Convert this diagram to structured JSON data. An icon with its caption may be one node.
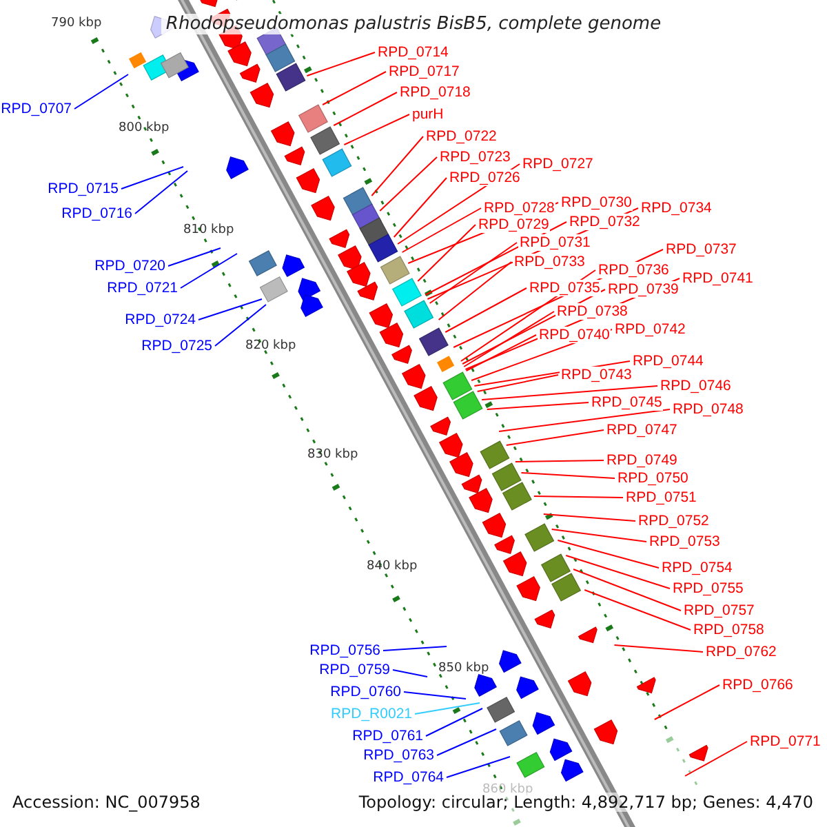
{
  "diagram": {
    "title": "Rhodopseudomonas palustris BisB5, complete genome",
    "nodes": [
      {
        "text": [
          "RPD_0714"
        ]
      },
      {
        "text": [
          "RPD_0717"
        ]
      },
      {
        "text": [
          "RPD_0718"
        ]
      },
      {
        "text": [
          "RPD_0707"
        ]
      },
      {
        "text": [
          "purH"
        ]
      },
      {
        "text": [
          "RPD_0722"
        ]
      },
      {
        "text": [
          "RPD_0723"
        ]
      },
      {
        "text": [
          "RPD_0727"
        ]
      },
      {
        "text": [
          "RPD_0726"
        ]
      },
      {
        "text": [
          "RPD_0715"
        ]
      },
      {
        "text": [
          "RPD_0730"
        ]
      },
      {
        "text": [
          "RPD_0728"
        ]
      },
      {
        "text": [
          "RPD_0734"
        ]
      },
      {
        "text": [
          "RPD_0716"
        ]
      },
      {
        "text": [
          "RPD_0732"
        ]
      },
      {
        "text": [
          "RPD_0729"
        ]
      },
      {
        "text": [
          "RPD_0731"
        ]
      },
      {
        "text": [
          "RPD_0737"
        ]
      },
      {
        "text": [
          "RPD_0733"
        ]
      },
      {
        "text": [
          "RPD_0720"
        ]
      },
      {
        "text": [
          "RPD_0736"
        ]
      },
      {
        "text": [
          "RPD_0741"
        ]
      },
      {
        "text": [
          "RPD_0735"
        ]
      },
      {
        "text": [
          "RPD_0721"
        ]
      },
      {
        "text": [
          "RPD_0739"
        ]
      },
      {
        "text": [
          "RPD_0738"
        ]
      },
      {
        "text": [
          "RPD_0724"
        ]
      },
      {
        "text": [
          "RPD_0742"
        ]
      },
      {
        "text": [
          "RPD_0740"
        ]
      },
      {
        "text": [
          "RPD_0725"
        ]
      },
      {
        "text": [
          "RPD_0744"
        ]
      },
      {
        "text": [
          "RPD_0743"
        ]
      },
      {
        "text": [
          "RPD_0746"
        ]
      },
      {
        "text": [
          "RPD_0745"
        ]
      },
      {
        "text": [
          "RPD_0748"
        ]
      },
      {
        "text": [
          "RPD_0747"
        ]
      },
      {
        "text": [
          "RPD_0749"
        ]
      },
      {
        "text": [
          "RPD_0750"
        ]
      },
      {
        "text": [
          "RPD_0751"
        ]
      },
      {
        "text": [
          "RPD_0752"
        ]
      },
      {
        "text": [
          "RPD_0753"
        ]
      },
      {
        "text": [
          "RPD_0754"
        ]
      },
      {
        "text": [
          "RPD_0755"
        ]
      },
      {
        "text": [
          "RPD_0757"
        ]
      },
      {
        "text": [
          "RPD_0758"
        ]
      },
      {
        "text": [
          "RPD_0756"
        ]
      },
      {
        "text": [
          "RPD_0762"
        ]
      },
      {
        "text": [
          "RPD_0759"
        ]
      },
      {
        "text": [
          "RPD_0766"
        ]
      },
      {
        "text": [
          "RPD_0760"
        ]
      },
      {
        "text": [
          "RPD_R0021"
        ]
      },
      {
        "text": [
          "RPD_0761"
        ]
      },
      {
        "text": [
          "RPD_0771"
        ]
      },
      {
        "text": [
          "RPD_0763"
        ]
      },
      {
        "text": [
          "RPD_0764"
        ]
      }
    ],
    "edges": [
      {
        "from": 0,
        "to": null,
        "arrow": "none"
      },
      {
        "from": 1,
        "to": null,
        "arrow": "none"
      },
      {
        "from": 2,
        "to": null,
        "arrow": "none"
      },
      {
        "from": 3,
        "to": null,
        "arrow": "none",
        "color": "#0000ff"
      },
      {
        "from": 4,
        "to": null,
        "arrow": "none"
      },
      {
        "from": 5,
        "to": null,
        "arrow": "none"
      },
      {
        "from": 6,
        "to": null,
        "arrow": "none"
      },
      {
        "from": 7,
        "to": null,
        "arrow": "none"
      },
      {
        "from": 8,
        "to": null,
        "arrow": "none"
      },
      {
        "from": 9,
        "to": null,
        "arrow": "none",
        "color": "#0000ff"
      },
      {
        "from": 10,
        "to": null,
        "arrow": "none"
      },
      {
        "from": 11,
        "to": null,
        "arrow": "none"
      },
      {
        "from": 12,
        "to": null,
        "arrow": "none"
      },
      {
        "from": 13,
        "to": null,
        "arrow": "none",
        "color": "#0000ff"
      },
      {
        "from": 14,
        "to": null,
        "arrow": "none"
      },
      {
        "from": 15,
        "to": null,
        "arrow": "none"
      },
      {
        "from": 16,
        "to": null,
        "arrow": "none"
      },
      {
        "from": 17,
        "to": null,
        "arrow": "none"
      },
      {
        "from": 18,
        "to": null,
        "arrow": "none"
      },
      {
        "from": 19,
        "to": null,
        "arrow": "none",
        "color": "#0000ff"
      },
      {
        "from": 20,
        "to": null,
        "arrow": "none"
      },
      {
        "from": 21,
        "to": null,
        "arrow": "none"
      },
      {
        "from": 22,
        "to": null,
        "arrow": "none"
      },
      {
        "from": 23,
        "to": null,
        "arrow": "none",
        "color": "#0000ff"
      },
      {
        "from": 24,
        "to": null,
        "arrow": "none"
      },
      {
        "from": 25,
        "to": null,
        "arrow": "none"
      },
      {
        "from": 26,
        "to": null,
        "arrow": "none",
        "color": "#0000ff"
      },
      {
        "from": 27,
        "to": null,
        "arrow": "none"
      },
      {
        "from": 28,
        "to": null,
        "arrow": "none"
      },
      {
        "from": 29,
        "to": null,
        "arrow": "none",
        "color": "#0000ff"
      },
      {
        "from": 30,
        "to": null,
        "arrow": "none"
      },
      {
        "from": 31,
        "to": null,
        "arrow": "none"
      },
      {
        "from": 32,
        "to": null,
        "arrow": "none"
      },
      {
        "from": 33,
        "to": null,
        "arrow": "none"
      },
      {
        "from": 34,
        "to": null,
        "arrow": "none"
      },
      {
        "from": 35,
        "to": null,
        "arrow": "none"
      },
      {
        "from": 36,
        "to": null,
        "arrow": "none"
      },
      {
        "from": 37,
        "to": null,
        "arrow": "none"
      },
      {
        "from": 38,
        "to": null,
        "arrow": "none"
      },
      {
        "from": 39,
        "to": null,
        "arrow": "none"
      },
      {
        "from": 40,
        "to": null,
        "arrow": "none"
      },
      {
        "from": 41,
        "to": null,
        "arrow": "none"
      },
      {
        "from": 42,
        "to": null,
        "arrow": "none"
      },
      {
        "from": 43,
        "to": null,
        "arrow": "none"
      },
      {
        "from": 44,
        "to": null,
        "arrow": "none"
      },
      {
        "from": 45,
        "to": null,
        "arrow": "none",
        "color": "#0000ff"
      },
      {
        "from": 46,
        "to": null,
        "arrow": "none"
      },
      {
        "from": 47,
        "to": null,
        "arrow": "none",
        "color": "#0000ff"
      },
      {
        "from": 48,
        "to": null,
        "arrow": "none"
      },
      {
        "from": 49,
        "to": null,
        "arrow": "none",
        "color": "#0000ff"
      },
      {
        "from": 50,
        "to": null,
        "arrow": "none",
        "color": "#33ccff"
      },
      {
        "from": 51,
        "to": null,
        "arrow": "none",
        "color": "#0000ff"
      },
      {
        "from": 52,
        "to": null,
        "arrow": "none"
      },
      {
        "from": 53,
        "to": null,
        "arrow": "none",
        "color": "#0000ff"
      },
      {
        "from": 54,
        "to": null,
        "arrow": "none",
        "color": "#0000ff"
      }
    ],
    "labels": [
      "790 kbp",
      "800 kbp",
      "810 kbp",
      "820 kbp",
      "830 kbp",
      "840 kbp",
      "850 kbp",
      "860 kbp",
      "Accession: NC_007958",
      "Topology: circular; Length: 4,892,717 bp; Genes: 4,470"
    ]
  }
}
